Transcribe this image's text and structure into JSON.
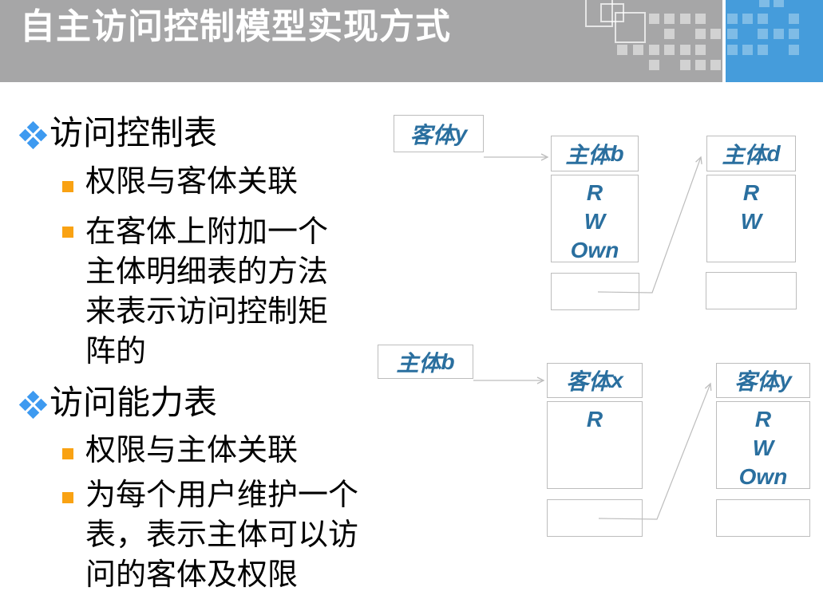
{
  "slide": {
    "title": "自主访问控制模型实现方式"
  },
  "content": {
    "sections": [
      {
        "title": "访问控制表",
        "items": [
          "权限与客体关联",
          "在客体上附加一个主体明细表的方法来表示访问控制矩阵的"
        ]
      },
      {
        "title": "访问能力表",
        "items": [
          "权限与主体关联",
          "为每个用户维护一个表，表示主体可以访问的客体及权限"
        ]
      }
    ]
  },
  "acl_diagram": {
    "source_label": {
      "cn": "客体",
      "en": "y"
    },
    "columns": [
      {
        "header": {
          "cn": "主体",
          "en": "b"
        },
        "perms": [
          "R",
          "W",
          "Own"
        ]
      },
      {
        "header": {
          "cn": "主体",
          "en": "d"
        },
        "perms": [
          "R",
          "W"
        ]
      }
    ]
  },
  "capability_diagram": {
    "source_label": {
      "cn": "主体",
      "en": "b"
    },
    "columns": [
      {
        "header": {
          "cn": "客体",
          "en": "x"
        },
        "perms": [
          "R"
        ]
      },
      {
        "header": {
          "cn": "客体",
          "en": "y"
        },
        "perms": [
          "R",
          "W",
          "Own"
        ]
      }
    ]
  },
  "colors": {
    "header_gray": "#a6a6a7",
    "header_blue": "#459cdb",
    "decor_light_blue": "#7fbce6",
    "decor_light_gray": "#d2d2d2",
    "diamond_bullet_blue": "#3e9af0",
    "square_bullet_orange": "#f9a213",
    "diagram_text_blue": "#2a6f9f",
    "connector_gray": "#bdbdbd",
    "title_text": "#ffffff",
    "body_text": "#000000"
  }
}
